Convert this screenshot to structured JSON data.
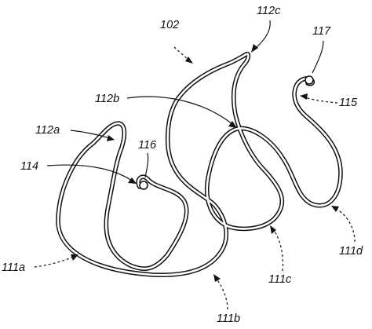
{
  "figure": {
    "reference_numeral": "102",
    "labels": {
      "l112c": "112c",
      "l117": "117",
      "l112b": "112b",
      "l115": "115",
      "l112a": "112a",
      "l116": "116",
      "l114": "114",
      "l111a": "111a",
      "l111b": "111b",
      "l111c": "111c",
      "l111d": "111d"
    }
  }
}
